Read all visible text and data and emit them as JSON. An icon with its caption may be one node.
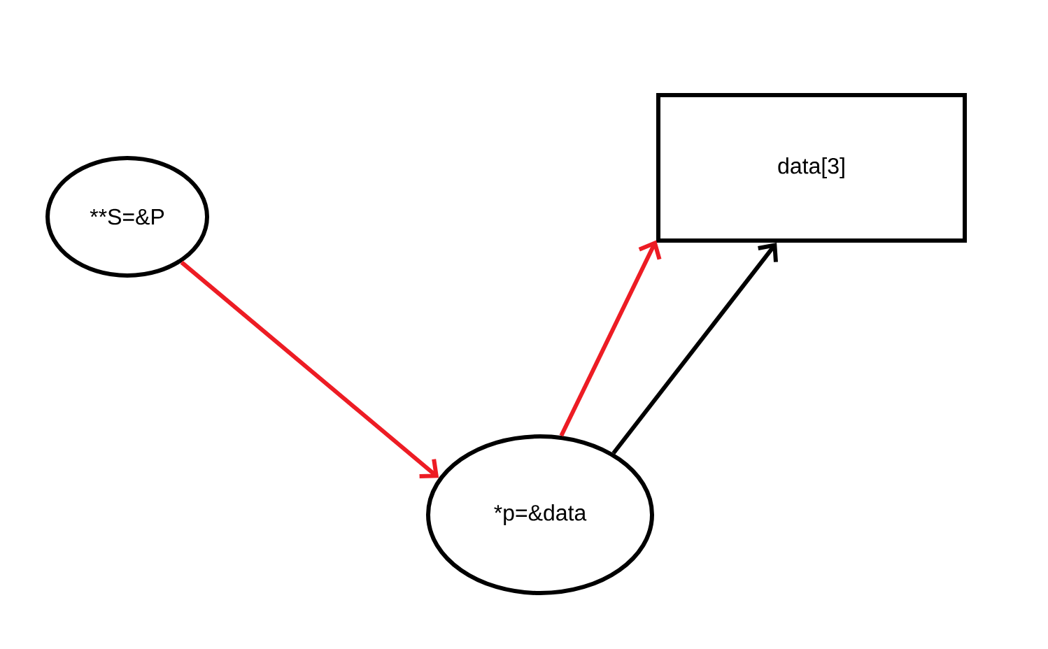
{
  "diagram": {
    "nodes": [
      {
        "text": [
          "**S=&P"
        ]
      },
      {
        "text": [
          "*p=&data"
        ]
      },
      {
        "text": [
          "data[3]"
        ]
      }
    ],
    "edges": [
      {
        "from": 0,
        "to": 1,
        "arrow": "to",
        "color": "#ed1c24"
      },
      {
        "from": 1,
        "to": 2,
        "arrow": "to",
        "color": "#ed1c24"
      },
      {
        "from": 1,
        "to": 2,
        "arrow": "to",
        "color": "#000000"
      }
    ]
  }
}
